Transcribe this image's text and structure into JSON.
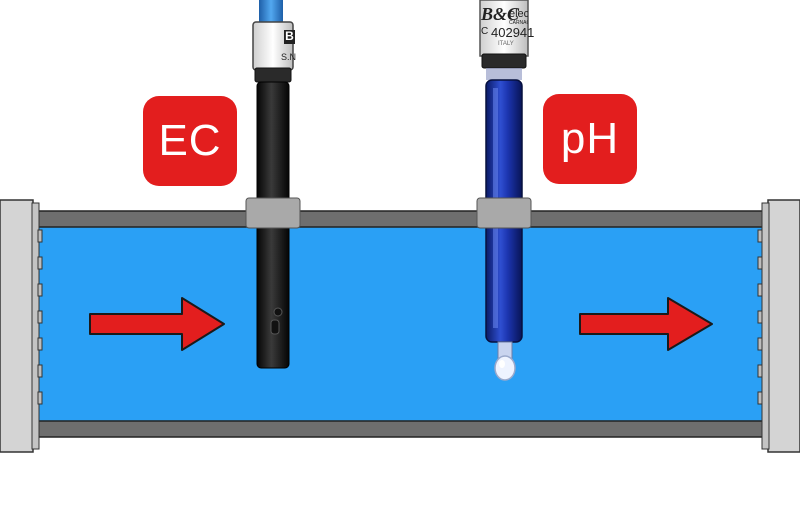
{
  "labels": {
    "ec": "EC",
    "ph": "pH"
  },
  "ec_probe": {
    "cap_logo": "B",
    "cap_serial_prefix": "S.N"
  },
  "ph_probe": {
    "brand": "B&C",
    "brand_suffix": "electro",
    "line2": "CARNAGO",
    "model_prefix": "C",
    "model": "402941",
    "origin": "ITALY"
  },
  "colors": {
    "water": "#2aa0f5",
    "pipe_wall": "#6e6e6e",
    "flange": "#d4d4d4",
    "label_bg": "#e31e1e",
    "arrow": "#e31e1e",
    "ec_cable": "#2e86d6",
    "ph_glass": "#1a2f9a",
    "clamp": "#a9a9a9"
  },
  "icons": {
    "flow_arrow_left": "arrow-right-icon",
    "flow_arrow_right": "arrow-right-icon"
  }
}
